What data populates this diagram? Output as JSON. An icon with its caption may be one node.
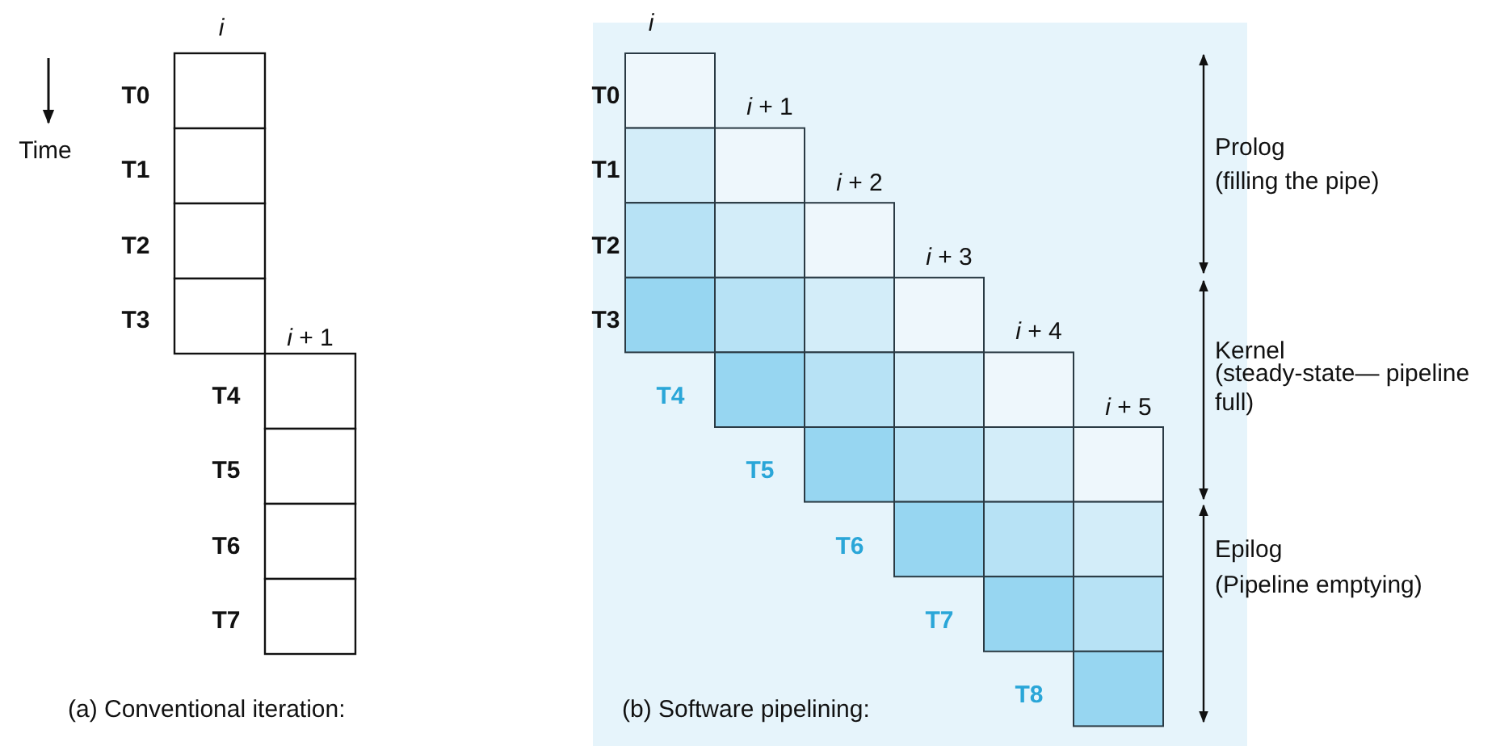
{
  "diagram": {
    "labels": [
      "*i*",
      "*i* + 1",
      "Time",
      "T0",
      "T1",
      "T2",
      "T3",
      "T4",
      "T5",
      "T6",
      "T7",
      "*i*",
      "*i* + 1",
      "*i* + 2",
      "*i* + 3",
      "*i* + 4",
      "*i* + 5",
      "T0",
      "T1",
      "T2",
      "T3",
      "T4",
      "T5",
      "T6",
      "T7",
      "T8",
      "Prolog",
      "(filling the pipe)",
      "Kernel",
      "(steady-state— pipeline full)",
      "Epilog",
      "(Pipeline emptying)",
      "(a) Conventional iteration:",
      "(b) Software pipelining:"
    ]
  }
}
